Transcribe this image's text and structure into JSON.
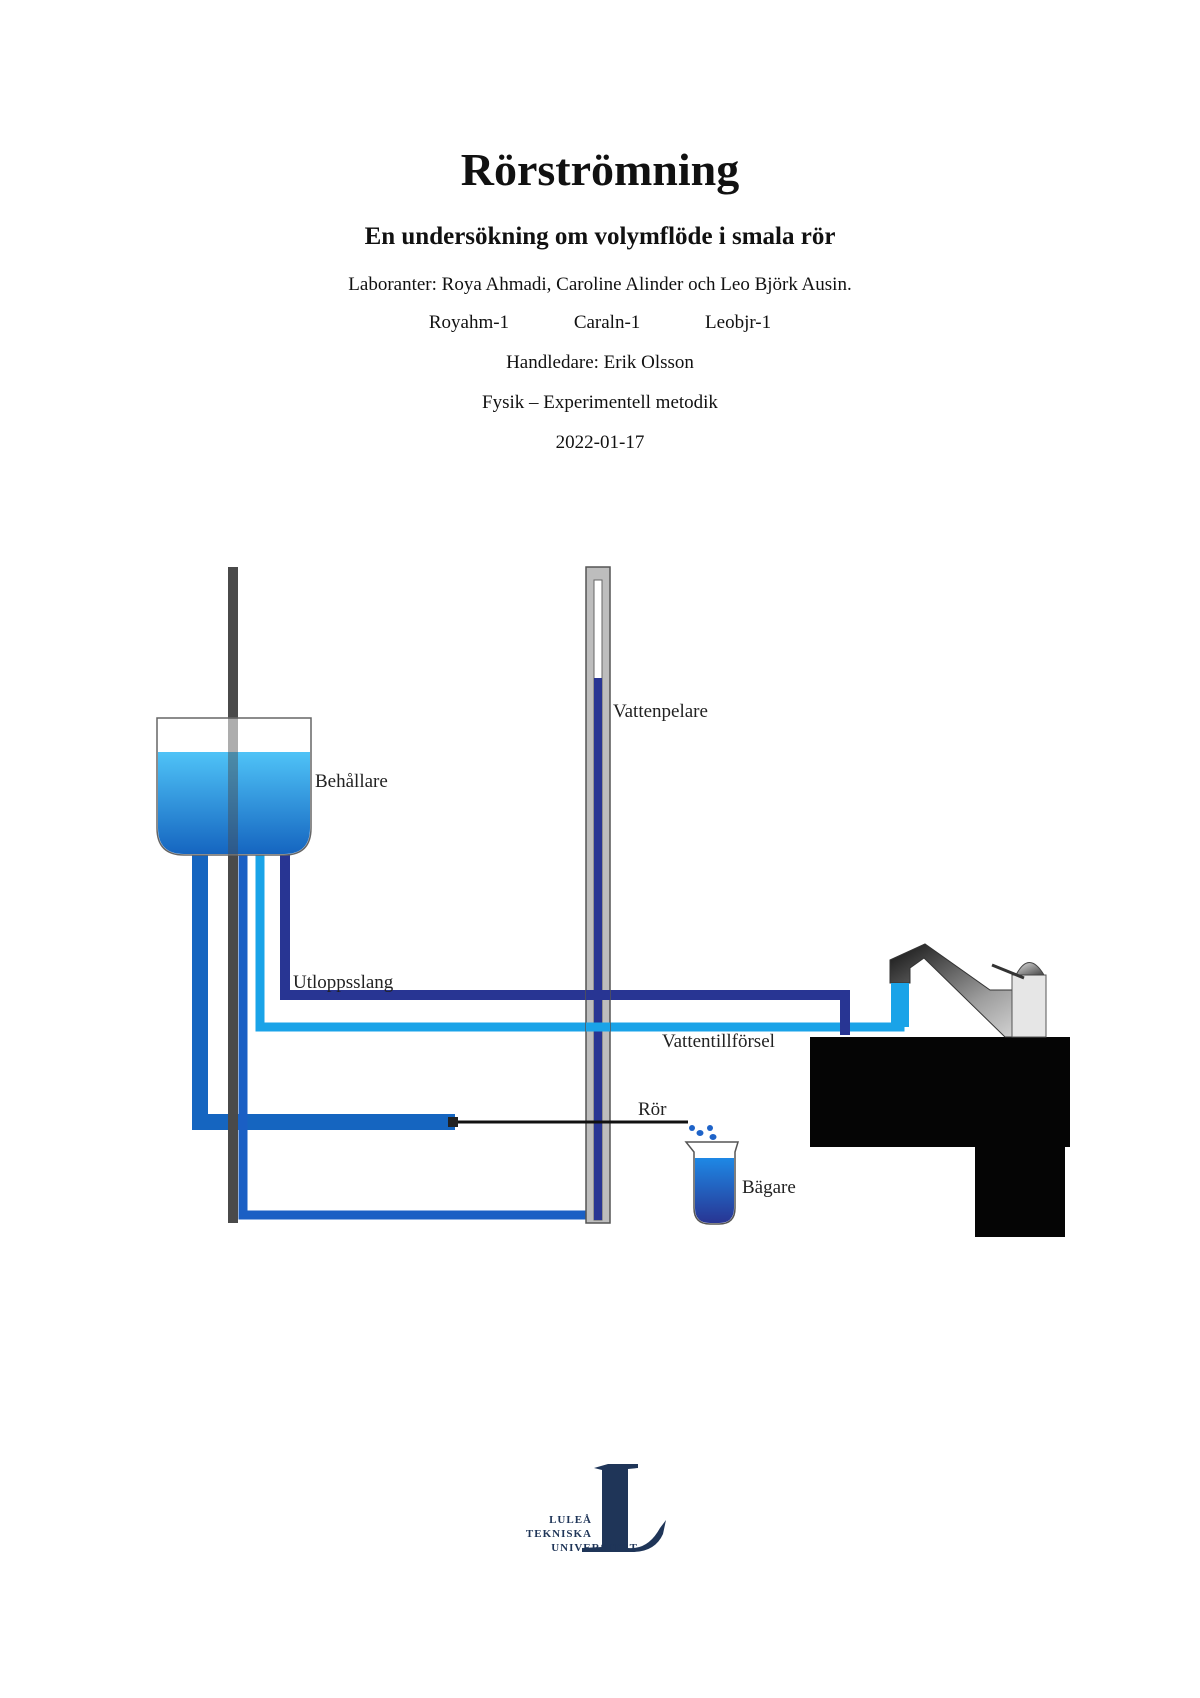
{
  "title": "Rörströmning",
  "subtitle": "En undersökning om volymflöde i smala rör",
  "lab_members": "Laboranter: Roya Ahmadi, Caroline Alinder och Leo Björk Ausin.",
  "user_ids": [
    "Royahm-1",
    "Caraln-1",
    "Leobjr-1"
  ],
  "supervisor": "Handledare: Erik Olsson",
  "course": "Fysik – Experimentell metodik",
  "date": "2022-01-17",
  "diagram": {
    "labels": {
      "water_column": "Vattenpelare",
      "container": "Behållare",
      "outlet_hose": "Utloppsslang",
      "water_supply": "Vattentillförsel",
      "pipe": "Rör",
      "beaker": "Bägare"
    }
  },
  "logo": {
    "line1": "LULEÅ",
    "line2": "TEKNISKA",
    "line3": "UNIVERSITET"
  },
  "colors": {
    "light_blue": "#1aa3e8",
    "mid_blue": "#1565c0",
    "dark_blue": "#283593",
    "water_top": "#4fc3f7",
    "stand_gray": "#4a4a4a",
    "logo_navy": "#1f3558"
  }
}
